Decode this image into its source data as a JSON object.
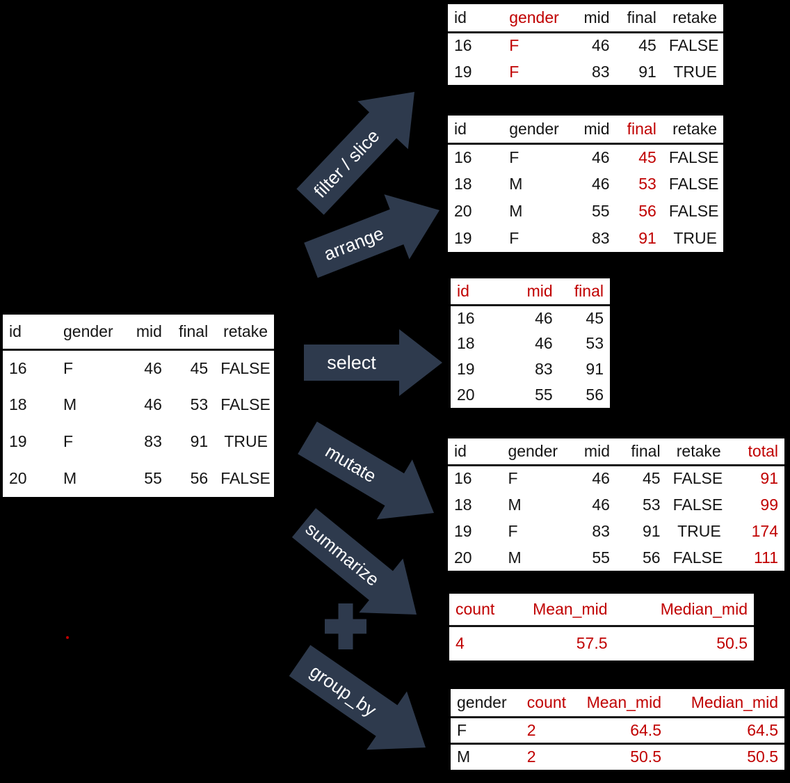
{
  "colors": {
    "background": "#000000",
    "table_bg": "#ffffff",
    "text": "#151515",
    "red": "#c00000",
    "arrow": "#2e3a4d",
    "arrow_label": "#ffffff"
  },
  "tables": {
    "source": {
      "name": "source-table",
      "columns": [
        {
          "label": "id"
        },
        {
          "label": "gender"
        },
        {
          "label": "mid"
        },
        {
          "label": "final"
        },
        {
          "label": "retake"
        }
      ],
      "rows": [
        [
          {
            "v": "16"
          },
          {
            "v": "F"
          },
          {
            "v": "46"
          },
          {
            "v": "45"
          },
          {
            "v": "FALSE"
          }
        ],
        [
          {
            "v": "18"
          },
          {
            "v": "M"
          },
          {
            "v": "46"
          },
          {
            "v": "53"
          },
          {
            "v": "FALSE"
          }
        ],
        [
          {
            "v": "19"
          },
          {
            "v": "F"
          },
          {
            "v": "83"
          },
          {
            "v": "91"
          },
          {
            "v": "TRUE"
          }
        ],
        [
          {
            "v": "20"
          },
          {
            "v": "M"
          },
          {
            "v": "55"
          },
          {
            "v": "56"
          },
          {
            "v": "FALSE"
          }
        ]
      ]
    },
    "filter": {
      "name": "filter-slice-result-table",
      "columns": [
        {
          "label": "id"
        },
        {
          "label": "gender",
          "red": true
        },
        {
          "label": "mid"
        },
        {
          "label": "final"
        },
        {
          "label": "retake"
        }
      ],
      "rows": [
        [
          {
            "v": "16"
          },
          {
            "v": "F",
            "red": true
          },
          {
            "v": "46"
          },
          {
            "v": "45"
          },
          {
            "v": "FALSE"
          }
        ],
        [
          {
            "v": "19"
          },
          {
            "v": "F",
            "red": true
          },
          {
            "v": "83"
          },
          {
            "v": "91"
          },
          {
            "v": "TRUE"
          }
        ]
      ]
    },
    "arrange": {
      "name": "arrange-result-table",
      "columns": [
        {
          "label": "id"
        },
        {
          "label": "gender"
        },
        {
          "label": "mid"
        },
        {
          "label": "final",
          "red": true
        },
        {
          "label": "retake"
        }
      ],
      "rows": [
        [
          {
            "v": "16"
          },
          {
            "v": "F"
          },
          {
            "v": "46"
          },
          {
            "v": "45",
            "red": true
          },
          {
            "v": "FALSE"
          }
        ],
        [
          {
            "v": "18"
          },
          {
            "v": "M"
          },
          {
            "v": "46"
          },
          {
            "v": "53",
            "red": true
          },
          {
            "v": "FALSE"
          }
        ],
        [
          {
            "v": "20"
          },
          {
            "v": "M"
          },
          {
            "v": "55"
          },
          {
            "v": "56",
            "red": true
          },
          {
            "v": "FALSE"
          }
        ],
        [
          {
            "v": "19"
          },
          {
            "v": "F"
          },
          {
            "v": "83"
          },
          {
            "v": "91",
            "red": true
          },
          {
            "v": "TRUE"
          }
        ]
      ]
    },
    "select": {
      "name": "select-result-table",
      "columns": [
        {
          "label": "id",
          "red": true
        },
        {
          "label": "mid",
          "red": true
        },
        {
          "label": "final",
          "red": true
        }
      ],
      "rows": [
        [
          {
            "v": "16"
          },
          {
            "v": "46"
          },
          {
            "v": "45"
          }
        ],
        [
          {
            "v": "18"
          },
          {
            "v": "46"
          },
          {
            "v": "53"
          }
        ],
        [
          {
            "v": "19"
          },
          {
            "v": "83"
          },
          {
            "v": "91"
          }
        ],
        [
          {
            "v": "20"
          },
          {
            "v": "55"
          },
          {
            "v": "56"
          }
        ]
      ]
    },
    "mutate": {
      "name": "mutate-result-table",
      "columns": [
        {
          "label": "id"
        },
        {
          "label": "gender"
        },
        {
          "label": "mid"
        },
        {
          "label": "final"
        },
        {
          "label": "retake"
        },
        {
          "label": "total",
          "red": true
        }
      ],
      "rows": [
        [
          {
            "v": "16"
          },
          {
            "v": "F"
          },
          {
            "v": "46"
          },
          {
            "v": "45"
          },
          {
            "v": "FALSE"
          },
          {
            "v": "91",
            "red": true
          }
        ],
        [
          {
            "v": "18"
          },
          {
            "v": "M"
          },
          {
            "v": "46"
          },
          {
            "v": "53"
          },
          {
            "v": "FALSE"
          },
          {
            "v": "99",
            "red": true
          }
        ],
        [
          {
            "v": "19"
          },
          {
            "v": "F"
          },
          {
            "v": "83"
          },
          {
            "v": "91"
          },
          {
            "v": "TRUE"
          },
          {
            "v": "174",
            "red": true
          }
        ],
        [
          {
            "v": "20"
          },
          {
            "v": "M"
          },
          {
            "v": "55"
          },
          {
            "v": "56"
          },
          {
            "v": "FALSE"
          },
          {
            "v": "111",
            "red": true
          }
        ]
      ]
    },
    "summarize": {
      "name": "summarize-result-table",
      "columns": [
        {
          "label": "count",
          "red": true
        },
        {
          "label": "Mean_mid",
          "red": true
        },
        {
          "label": "Median_mid",
          "red": true
        }
      ],
      "rows": [
        [
          {
            "v": "4",
            "red": true
          },
          {
            "v": "57.5",
            "red": true
          },
          {
            "v": "50.5",
            "red": true
          }
        ]
      ]
    },
    "group_by": {
      "name": "group-by-result-table",
      "columns": [
        {
          "label": "gender"
        },
        {
          "label": "count",
          "red": true
        },
        {
          "label": "Mean_mid",
          "red": true
        },
        {
          "label": "Median_mid",
          "red": true
        }
      ],
      "rows": [
        [
          {
            "v": "F"
          },
          {
            "v": "2",
            "red": true
          },
          {
            "v": "64.5",
            "red": true
          },
          {
            "v": "64.5",
            "red": true
          }
        ],
        [
          {
            "v": "M"
          },
          {
            "v": "2",
            "red": true
          },
          {
            "v": "50.5",
            "red": true
          },
          {
            "v": "50.5",
            "red": true
          }
        ]
      ]
    }
  },
  "arrows": [
    {
      "name": "filter-slice-arrow",
      "label": "filter / slice"
    },
    {
      "name": "arrange-arrow",
      "label": "arrange"
    },
    {
      "name": "select-arrow",
      "label": "select"
    },
    {
      "name": "mutate-arrow",
      "label": "mutate"
    },
    {
      "name": "summarize-arrow",
      "label": "summarize"
    },
    {
      "name": "group-by-arrow",
      "label": "group_by"
    }
  ],
  "icons": [
    {
      "name": "plus-icon",
      "glyph": "+"
    },
    {
      "name": "red-dot",
      "glyph": "."
    }
  ]
}
